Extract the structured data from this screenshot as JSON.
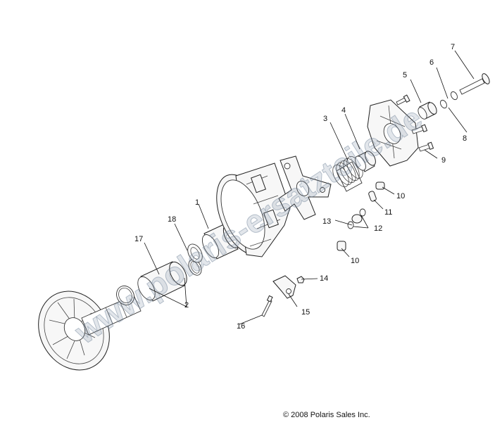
{
  "diagram": {
    "watermark": "www.polaris-ersatzteile.de",
    "copyright": "© 2008 Polaris Sales Inc.",
    "callouts": {
      "c1": "1",
      "c2": "2",
      "c3": "3",
      "c4": "4",
      "c5": "5",
      "c6": "6",
      "c7": "7",
      "c8": "8",
      "c9": "9",
      "c10a": "10",
      "c10b": "10",
      "c11": "11",
      "c12": "12",
      "c13": "13",
      "c14": "14",
      "c15": "15",
      "c16": "16",
      "c17": "17",
      "c18": "18"
    }
  }
}
